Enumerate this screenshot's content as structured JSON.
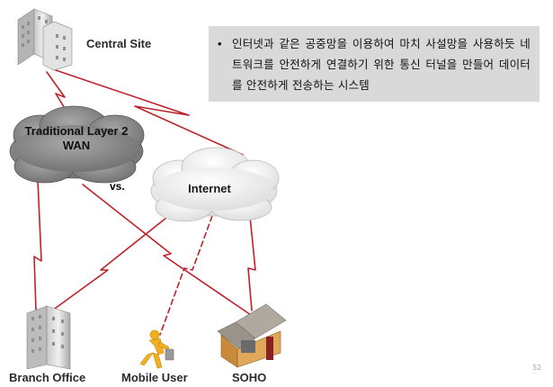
{
  "sites": {
    "central": "Central Site",
    "branch": "Branch Office",
    "mobile": "Mobile User",
    "soho": "SOHO"
  },
  "clouds": {
    "wan": "Traditional Layer 2 WAN",
    "internet": "Internet"
  },
  "vs_label": "vs.",
  "note": {
    "bullet": "•",
    "text": "인터넷과 같은 공중망을 이용하여 마치 사설망을 사용하듯 네트워크를 안전하게 연결하기 위한 통신 터널을 만들어 데이터를 안전하게 전송하는 시스템"
  },
  "page_number": "52",
  "colors": {
    "link": "#c0202a",
    "note_background": "#d9d9d9",
    "wan_cloud": "#8a8a8a",
    "internet_cloud": "#f2f2f2",
    "building": "#d8d8d8",
    "mobile_user": "#f2b01e",
    "soho_roof": "#b0a9a0",
    "soho_wall": "#c98a3c"
  }
}
